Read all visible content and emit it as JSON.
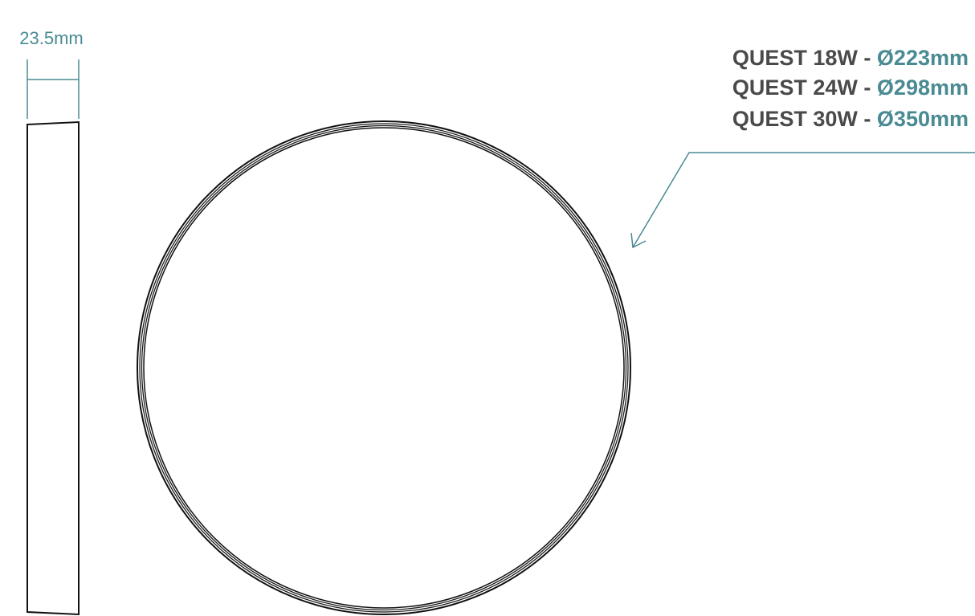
{
  "colors": {
    "accent": "#4a8a93",
    "text_dark": "#4a4a4a",
    "outline": "#111111"
  },
  "side_view": {
    "thickness_label": "23.5mm"
  },
  "models": [
    {
      "name": "QUEST 18W - ",
      "diameter": "Ø223mm"
    },
    {
      "name": "QUEST 24W - ",
      "diameter": "Ø298mm"
    },
    {
      "name": "QUEST 30W - ",
      "diameter": "Ø350mm"
    }
  ]
}
